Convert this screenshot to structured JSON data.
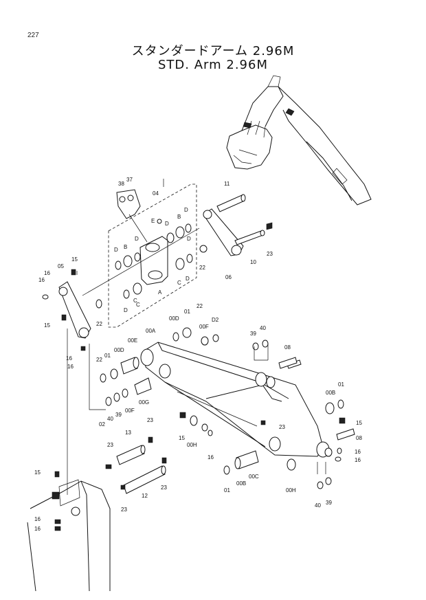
{
  "page": {
    "number": "227",
    "title_jp": "スタンダードアーム 2.96M",
    "title_en": "STD. Arm 2.96M"
  },
  "labels": [
    "38",
    "37",
    "04",
    "11",
    "E",
    "D",
    "B",
    "D",
    "D",
    "B",
    "D",
    "D",
    "D",
    "C",
    "C",
    "A",
    "D",
    "C",
    "10",
    "23",
    "06",
    "22",
    "15",
    "16",
    "16",
    "05",
    "15",
    "22",
    "16",
    "16",
    "00A",
    "00D",
    "01",
    "22",
    "D2",
    "00F",
    "00E",
    "00D",
    "01",
    "22",
    "39",
    "40",
    "08",
    "02",
    "40",
    "39",
    "00F",
    "00G",
    "23",
    "13",
    "23",
    "15",
    "00H",
    "16",
    "23",
    "00B",
    "01",
    "15",
    "08",
    "16",
    "16",
    "12",
    "23",
    "23",
    "15",
    "16",
    "16",
    "01",
    "00B",
    "00C",
    "00H",
    "40",
    "39"
  ]
}
